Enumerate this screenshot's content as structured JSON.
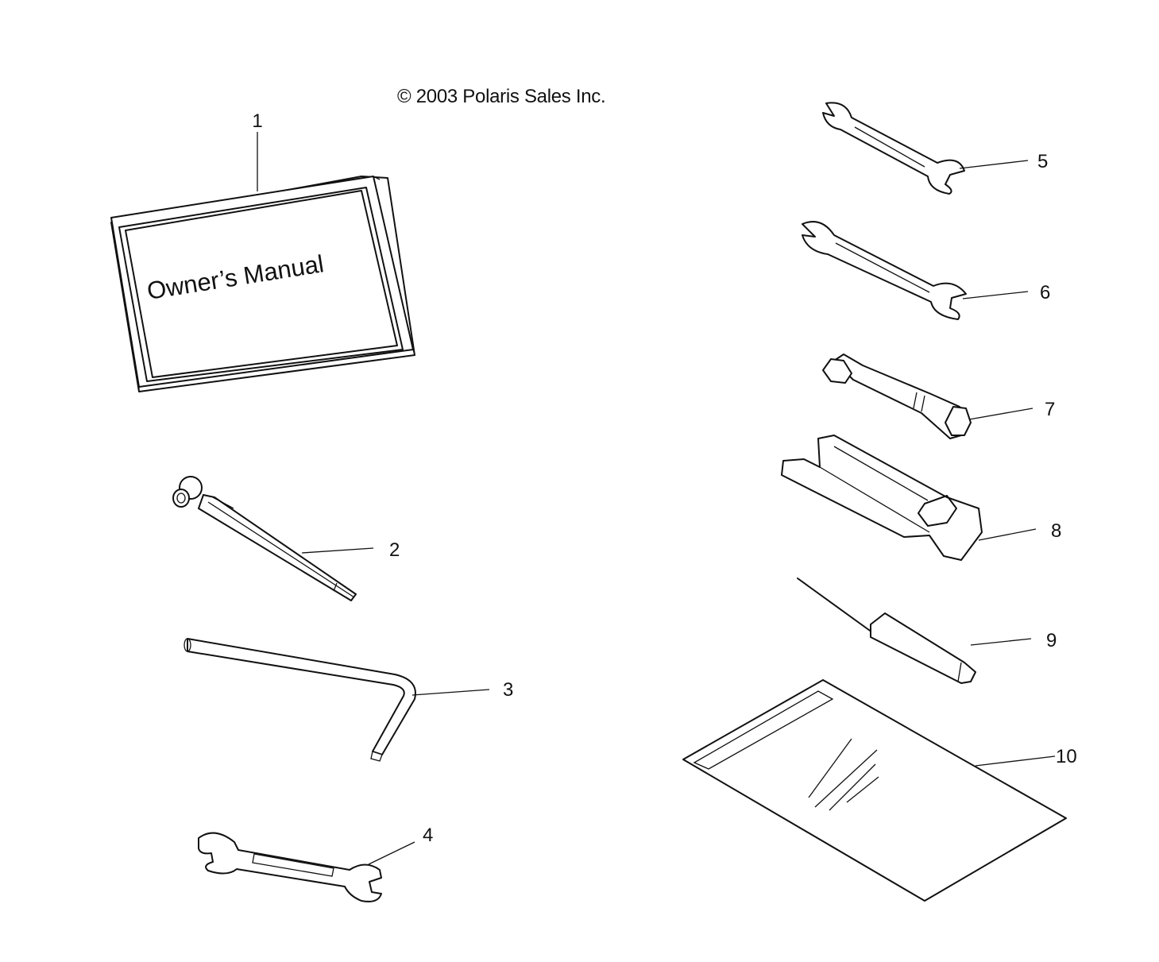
{
  "copyright": "© 2003 Polaris Sales Inc.",
  "manual_cover_text": "Owner’s Manual",
  "callouts": [
    "1",
    "2",
    "3",
    "4",
    "5",
    "6",
    "7",
    "8",
    "9",
    "10"
  ]
}
